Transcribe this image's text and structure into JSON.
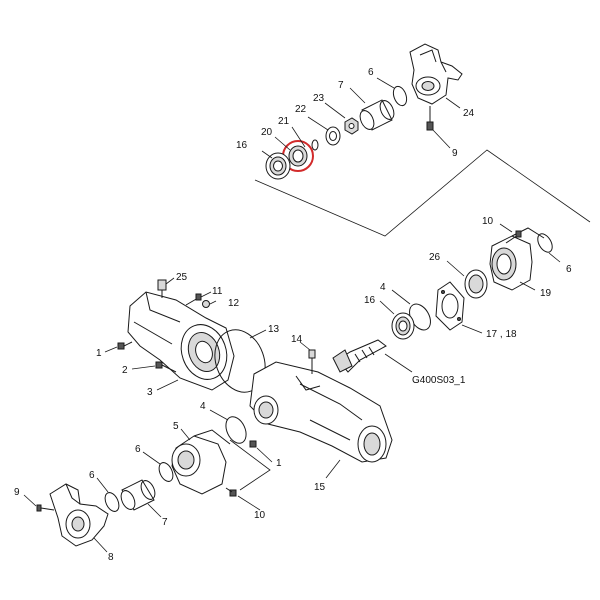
{
  "drawing_code": "G400S03_1",
  "highlight_color": "#d22b2b",
  "callouts": {
    "p1a": "1",
    "p1b": "1",
    "p2": "2",
    "p3": "3",
    "p4a": "4",
    "p4b": "4",
    "p5": "5",
    "p6a": "6",
    "p6b": "6",
    "p6c": "6",
    "p6d": "6",
    "p7a": "7",
    "p7b": "7",
    "p8": "8",
    "p9a": "9",
    "p9b": "9",
    "p10a": "10",
    "p10b": "10",
    "p11": "11",
    "p12": "12",
    "p13": "13",
    "p14": "14",
    "p15": "15",
    "p16a": "16",
    "p16b": "16",
    "p17_18": "17 , 18",
    "p19": "19",
    "p20": "20",
    "p21": "21",
    "p22": "22",
    "p23": "23",
    "p24": "24",
    "p25": "25",
    "p26": "26"
  }
}
